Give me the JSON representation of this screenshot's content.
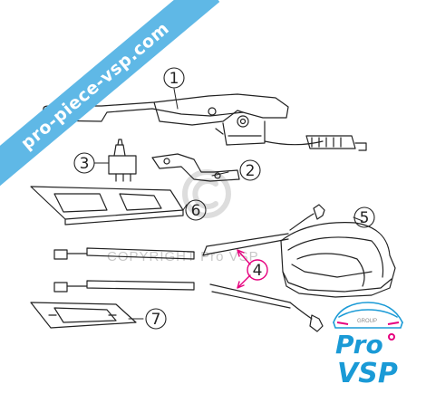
{
  "watermark": {
    "banner_text": "pro-piece-vsp.com",
    "copyright_text": "COPYRIGHT Pro VSP",
    "copyright_symbol": "©",
    "banner_color": "#5fb8e6"
  },
  "diagram": {
    "part_labels": [
      "1",
      "2",
      "3",
      "4",
      "5",
      "6",
      "7"
    ]
  },
  "logo": {
    "line1": "Pro",
    "line2": "VSP",
    "small_text": "GROUP",
    "accent_color": "#e6007e",
    "primary_color": "#1a9ad6"
  }
}
